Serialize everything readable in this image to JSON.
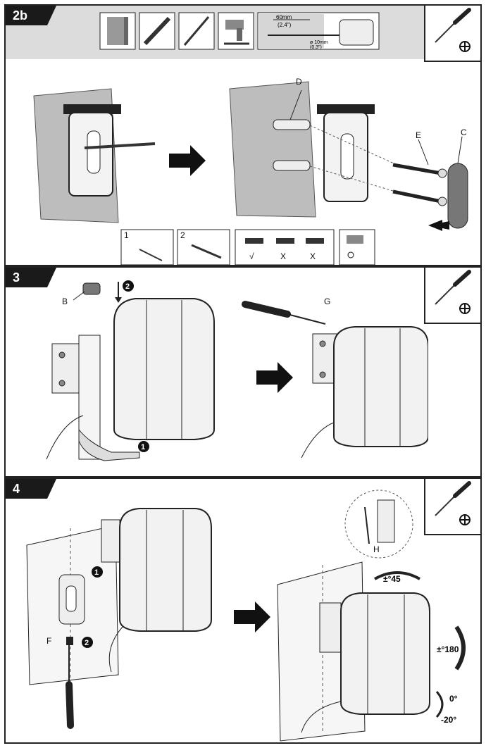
{
  "steps": {
    "s2b": {
      "badge": "2b",
      "drill_size": "60mm",
      "drill_size_in": "(2.4\")",
      "bit_size": "ø 10mm",
      "bit_size_in": "(0.3\")",
      "labels": {
        "D": "D",
        "E": "E",
        "C": "C"
      },
      "checks": {
        "n1": "1",
        "n2": "2",
        "ok": "√",
        "x1": "X",
        "x2": "X"
      }
    },
    "s3": {
      "badge": "3",
      "labels": {
        "B": "B",
        "G": "G"
      },
      "num1": "1",
      "num2": "2"
    },
    "s4": {
      "badge": "4",
      "labels": {
        "F": "F",
        "H": "H"
      },
      "num1": "1",
      "num2": "2",
      "swivel": "±°45",
      "rotate": "±°180",
      "tilt_top": "0°",
      "tilt_bottom": "-20°"
    }
  },
  "icons": [
    "screwdriver-phillips-icon",
    "arrow-right-icon"
  ]
}
